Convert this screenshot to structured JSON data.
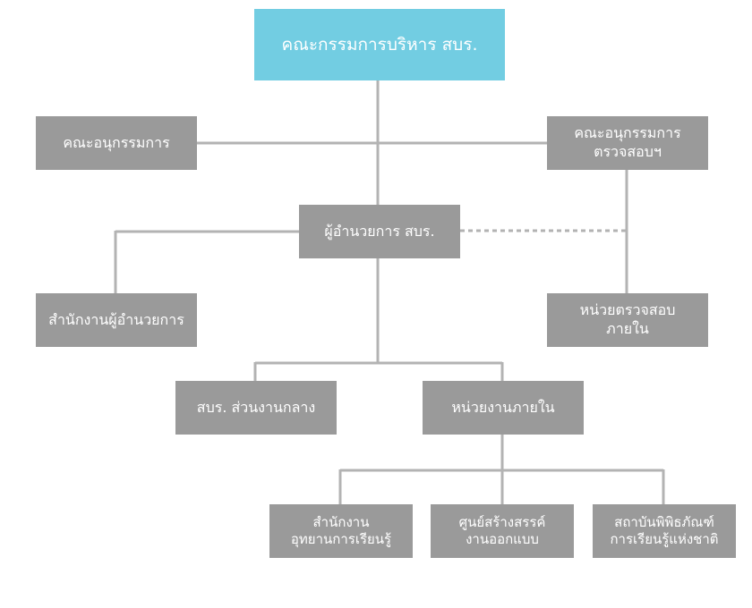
{
  "colors": {
    "top_box": "#72cde2",
    "box": "#9a9a9a",
    "line": "#b3b3b3",
    "text": "#ffffff"
  },
  "nodes": {
    "board": "คณะกรรมการบริหาร สบร.",
    "subcommittee": "คณะอนุกรรมการ",
    "audit_subcommittee": "คณะอนุกรรมการ\nตรวจสอบฯ",
    "director": "ผู้อำนวยการ สบร.",
    "director_office": "สำนักงานผู้อำนวยการ",
    "internal_audit": "หน่วยตรวจสอบ\nภายใน",
    "central_unit": "สบร. ส่วนงานกลาง",
    "internal_units": "หน่วยงานภายใน",
    "park_office": "สำนักงาน\nอุทยานการเรียนรู้",
    "design_center": "ศูนย์สร้างสรรค์\nงานออกแบบ",
    "museum_institute": "สถาบันพิพิธภัณฑ์\nการเรียนรู้แห่งชาติ"
  }
}
